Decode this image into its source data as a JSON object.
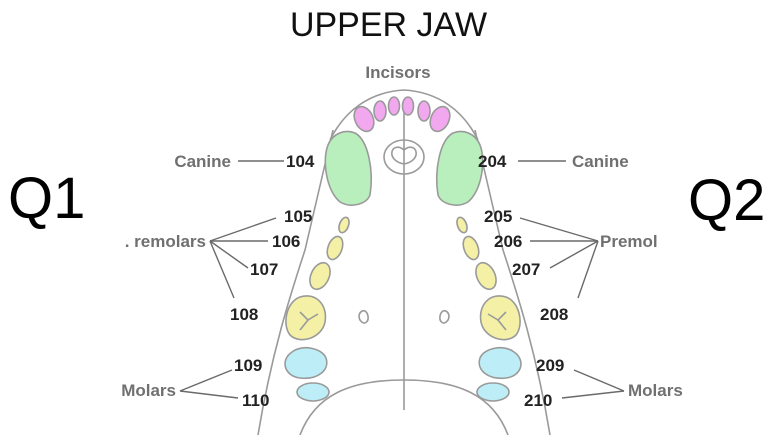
{
  "title": "UPPER JAW",
  "quadrants": {
    "left": "Q1",
    "right": "Q2"
  },
  "labels": {
    "incisors": "Incisors",
    "canine_left": "Canine",
    "canine_right": "Canine",
    "premolars_left": ". remolars",
    "premolars_right": "Premol",
    "molars_left": "Molars",
    "molars_right": "Molars"
  },
  "teeth": {
    "left": [
      "104",
      "105",
      "106",
      "107",
      "108",
      "109",
      "110"
    ],
    "right": [
      "204",
      "205",
      "206",
      "207",
      "208",
      "209",
      "210"
    ]
  },
  "colors": {
    "incisor": "#f1a8ee",
    "canine": "#b9efbd",
    "premolar": "#f4f0a6",
    "molar": "#bdeef7",
    "outline": "#9a9a9a"
  }
}
